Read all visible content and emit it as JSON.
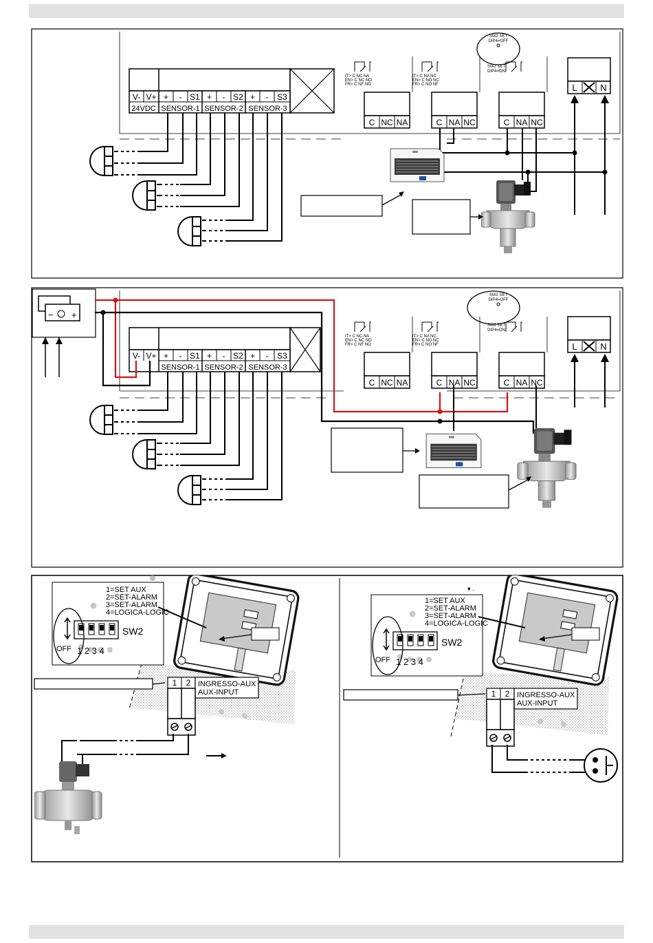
{
  "colors": {
    "wire": "#000000",
    "power_wire": "#d21414",
    "band": "#e2e2e2",
    "frame": "#000000"
  },
  "terminal_block": {
    "terminals": [
      "V-",
      "V+",
      "+",
      "-",
      "S1",
      "+",
      "-",
      "S2",
      "+",
      "-",
      "S3"
    ],
    "power_label": "24VDC",
    "sensor_labels": [
      "SENSOR-1",
      "SENSOR-2",
      "SENSOR-3"
    ]
  },
  "relay": {
    "contacts_a": [
      "C",
      "NC",
      "NA"
    ],
    "contacts_b": [
      "C",
      "NA",
      "NC"
    ],
    "legend_lines_a": [
      "IT>  C  NC  NA",
      "EN>  C  NC  NO",
      "FR>  C  NF  NO"
    ],
    "legend_lines_b": [
      "IT>  C  NA  NC",
      "EN>  C  NO  NC",
      "FR>  C  NO  NF"
    ],
    "sw2_off": [
      "SW2 SET",
      "DIP4=OFF"
    ],
    "sw2_on": [
      "SW2 SET",
      "DIP4=ON"
    ]
  },
  "mains": {
    "terminals": [
      "L",
      "N"
    ]
  },
  "dip": {
    "legend": [
      "1=SET AUX",
      "2=SET-ALARM",
      "3=SET-ALARM",
      "4=LOGICA-LOGIC"
    ],
    "switch_name": "SW2",
    "off_label": "OFF",
    "numbers": "1 2 3 4"
  },
  "aux_input": {
    "pins": [
      "1",
      "2"
    ],
    "label_lines": [
      "INGRESSO-AUX",
      "AUX-INPUT"
    ]
  }
}
